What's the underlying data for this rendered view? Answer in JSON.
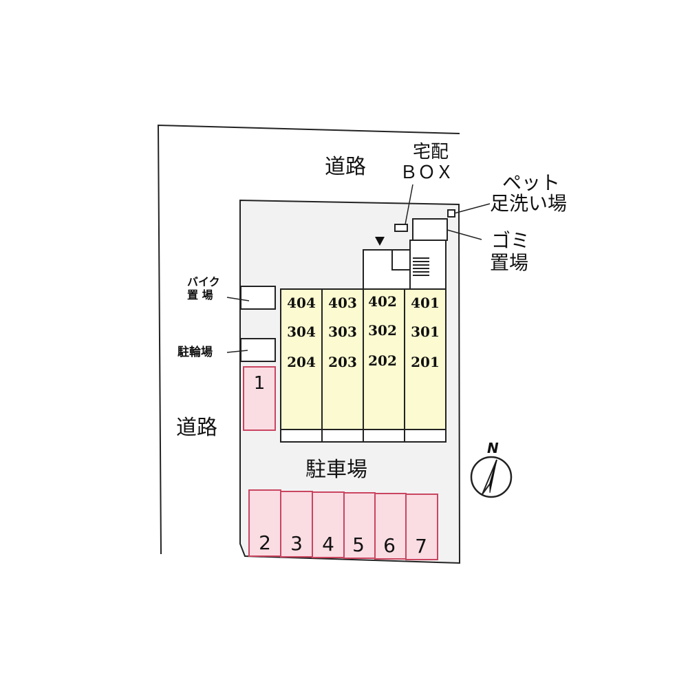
{
  "labels": {
    "road_top": "道路",
    "road_left": "道路",
    "delivery_box_line1": "宅配",
    "delivery_box_line2": "ＢＯＸ",
    "pet_wash_line1": "ペット",
    "pet_wash_line2": "足洗い場",
    "garbage_line1": "ゴミ",
    "garbage_line2": "置場",
    "motorbike_line1": "バイク",
    "motorbike_line2": "置 場",
    "bicycle": "駐輪場",
    "parking": "駐車場",
    "north": "N"
  },
  "rooms": {
    "floor4": [
      "404",
      "403",
      "402",
      "401"
    ],
    "floor3": [
      "304",
      "303",
      "302",
      "301"
    ],
    "floor2": [
      "204",
      "203",
      "202",
      "201"
    ]
  },
  "parking_spaces": {
    "side": "1",
    "row": [
      "2",
      "3",
      "4",
      "5",
      "6",
      "7"
    ]
  },
  "colors": {
    "site_fill": "#f2f2f3",
    "building_fill": "#fbfad0",
    "parking_fill": "#fadce3",
    "parking_stroke": "#c9455f",
    "line": "#222222"
  }
}
